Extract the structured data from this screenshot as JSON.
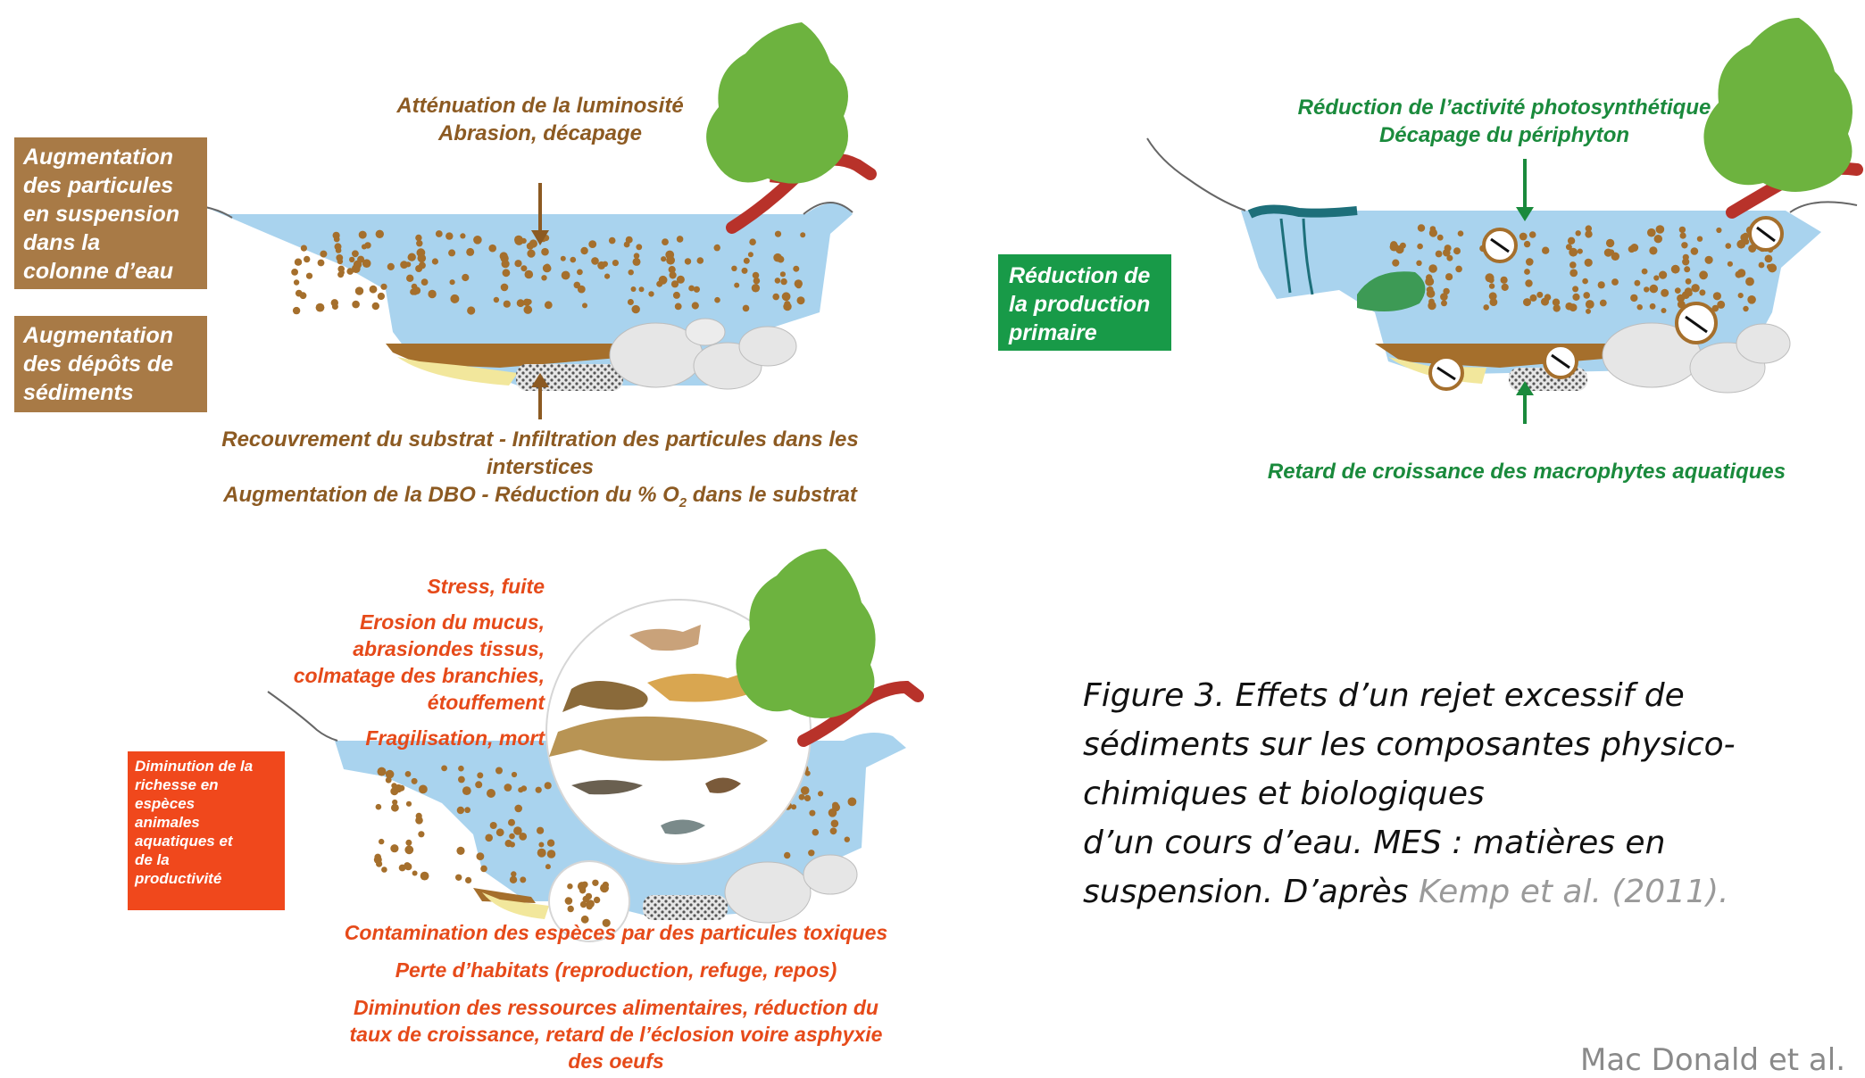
{
  "panel1": {
    "top_label_line1": "Atténuation de la luminosité",
    "top_label_line2": "Abrasion, décapage",
    "box1": [
      "Augmentation",
      "des particules",
      "en suspension",
      "dans la",
      "colonne d’eau"
    ],
    "box2": [
      "Augmentation",
      "des dépôts de",
      "sédiments"
    ],
    "bottom_line1": "Recouvrement du substrat - Infiltration des particules dans les",
    "bottom_line2": "interstices",
    "bottom_line3_pre": "Augmentation de la DBO - Réduction du % O",
    "bottom_line3_sub": "2",
    "bottom_line3_post": " dans le substrat"
  },
  "panel2": {
    "top_label_line1": "Réduction de l’activité photosynthétique",
    "top_label_line2": "Décapage du périphyton",
    "box": [
      "Réduction de",
      "la production",
      "primaire"
    ],
    "bottom_label": "Retard de croissance des macrophytes aquatiques"
  },
  "panel3": {
    "label_stress": "Stress, fuite",
    "label_erosion": [
      "Erosion du mucus,",
      "abrasiondes tissus,",
      "colmatage des branchies,",
      "étouffement"
    ],
    "label_fragil": "Fragilisation, mort",
    "box": [
      "Diminution de la",
      "richesse en",
      "espèces",
      "animales",
      "aquatiques et",
      "de la",
      "productivité"
    ],
    "bottom_line1": "Contamination des espèces par des particules toxiques",
    "bottom_line2": "Perte d’habitats (reproduction, refuge, repos)",
    "bottom_line3": "Diminution des ressources alimentaires, réduction du",
    "bottom_line4": "taux de croissance, retard de l’éclosion voire asphyxie",
    "bottom_line5": "des oeufs"
  },
  "caption": {
    "lines": [
      "Figure 3. Effets d’un rejet excessif de",
      "sédiments sur les composantes physico-",
      "chimiques et biologiques",
      "d’un cours d’eau. MES : matières en"
    ],
    "last_line_pre": "suspension. D’après ",
    "last_line_ref": "Kemp et al. (2011)."
  },
  "footer": {
    "credit": "Mac Donald et al."
  },
  "colors": {
    "water": "#a9d3ee",
    "sediment": "#a56f2c",
    "brown_box": "#a87a46",
    "green_box": "#189a48",
    "red_box": "#f0481c",
    "tree": "#6db33f",
    "root": "#b8322a"
  },
  "icons": [
    "tree-icon",
    "fish-icon",
    "invertebrate-icon",
    "macrophyte-icon",
    "rock-icon"
  ]
}
